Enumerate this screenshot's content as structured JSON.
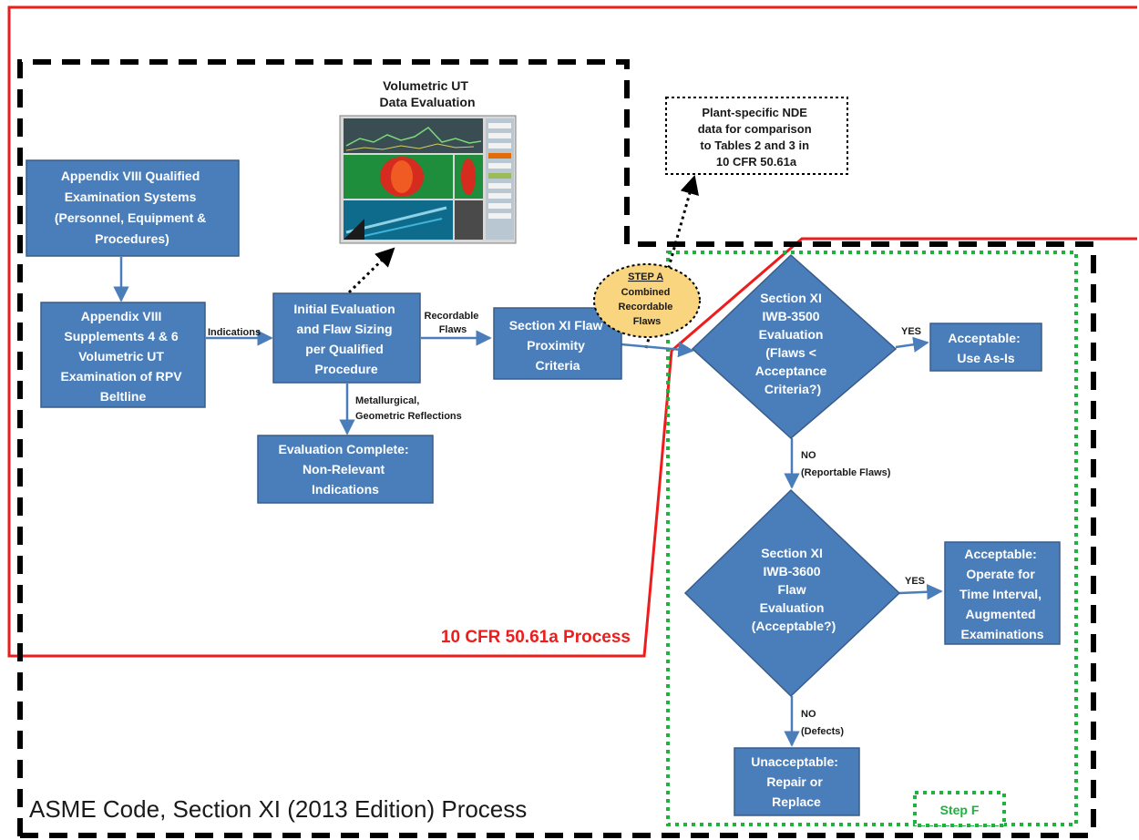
{
  "colors": {
    "box_fill": "#4a7ebb",
    "box_stroke": "#385d8a",
    "arrow": "#4a7ebb",
    "red_boundary": "#ee1c1c",
    "black_boundary": "#000000",
    "green_boundary": "#1db33d",
    "step_a_fill": "#fad57f",
    "red_text": "#ee1c1c",
    "green_text": "#1db33d"
  },
  "boxes": {
    "appendix_viii_systems": [
      "Appendix VIII Qualified",
      "Examination Systems",
      "(Personnel, Equipment &",
      "Procedures)"
    ],
    "appendix_viii_supplements": [
      "Appendix VIII",
      "Supplements 4 & 6",
      "Volumetric UT",
      "Examination of RPV",
      "Beltline"
    ],
    "initial_evaluation": [
      "Initial Evaluation",
      "and Flaw Sizing",
      "per Qualified",
      "Procedure"
    ],
    "evaluation_complete": [
      "Evaluation Complete:",
      "Non-Relevant",
      "Indications"
    ],
    "proximity_criteria": [
      "Section XI Flaw",
      "Proximity",
      "Criteria"
    ],
    "acceptable_use_as_is": [
      "Acceptable:",
      "Use As-Is"
    ],
    "acceptable_operate": [
      "Acceptable:",
      "Operate for",
      "Time Interval,",
      "Augmented",
      "Examinations"
    ],
    "unacceptable": [
      "Unacceptable:",
      "Repair or",
      "Replace"
    ]
  },
  "diamonds": {
    "iwb_3500": [
      "Section XI",
      "IWB-3500",
      "Evaluation",
      "(Flaws <",
      "Acceptance",
      "Criteria?)"
    ],
    "iwb_3600": [
      "Section XI",
      "IWB-3600",
      "Flaw",
      "Evaluation",
      "(Acceptable?)"
    ]
  },
  "ut_image": {
    "title": [
      "Volumetric UT",
      "Data Evaluation"
    ]
  },
  "nde_note": [
    "Plant-specific NDE",
    "data for comparison",
    "to Tables 2 and 3 in",
    "10 CFR 50.61a"
  ],
  "step_a": {
    "title": "STEP  A",
    "lines": [
      "Combined",
      "Recordable",
      "Flaws"
    ]
  },
  "labels": {
    "indications": "Indications",
    "recordable_flaws": [
      "Recordable",
      "Flaws"
    ],
    "metallurgical": [
      "Metallurgical,",
      "Geometric Reflections"
    ],
    "yes_1": "YES",
    "yes_2": "YES",
    "no_1": [
      "NO",
      "(Reportable Flaws)"
    ],
    "no_2": [
      "NO",
      "(Defects)"
    ]
  },
  "process_labels": {
    "cfr": "10 CFR 50.61a Process",
    "asme": "ASME Code, Section XI (2013 Edition) Process",
    "step_f": "Step F"
  }
}
